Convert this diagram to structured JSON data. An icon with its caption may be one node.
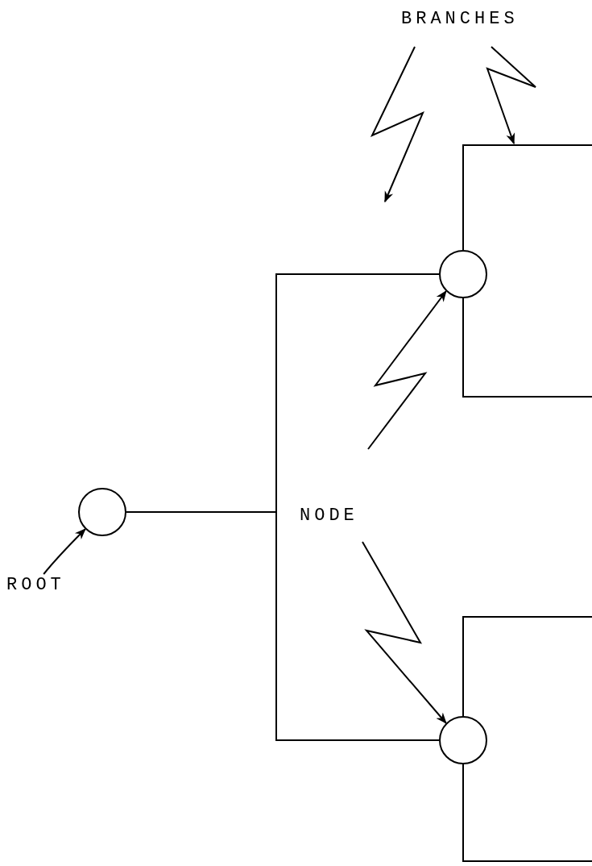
{
  "diagram": {
    "nodes": [
      {
        "text": [],
        "shape": "circle"
      },
      {
        "text": [],
        "shape": "circle"
      },
      {
        "text": [],
        "shape": "circle"
      },
      {
        "text": [
          "ROOT"
        ]
      },
      {
        "text": [
          "NODE"
        ]
      },
      {
        "text": [
          "BRANCHES"
        ]
      }
    ],
    "edges": [
      {
        "from": 0,
        "to": 1,
        "arrow": "none"
      },
      {
        "from": 0,
        "to": 2,
        "arrow": "none"
      },
      {
        "from": 1,
        "to": null,
        "arrow": "none"
      },
      {
        "from": 1,
        "to": null,
        "arrow": "none"
      },
      {
        "from": 2,
        "to": null,
        "arrow": "none"
      },
      {
        "from": 2,
        "to": null,
        "arrow": "none"
      },
      {
        "from": 3,
        "to": 0,
        "arrow": "to"
      },
      {
        "from": 4,
        "to": 1,
        "arrow": "to"
      },
      {
        "from": 4,
        "to": 2,
        "arrow": "to"
      },
      {
        "from": 5,
        "to": null,
        "arrow": "to"
      },
      {
        "from": 5,
        "to": null,
        "arrow": "to"
      }
    ]
  }
}
